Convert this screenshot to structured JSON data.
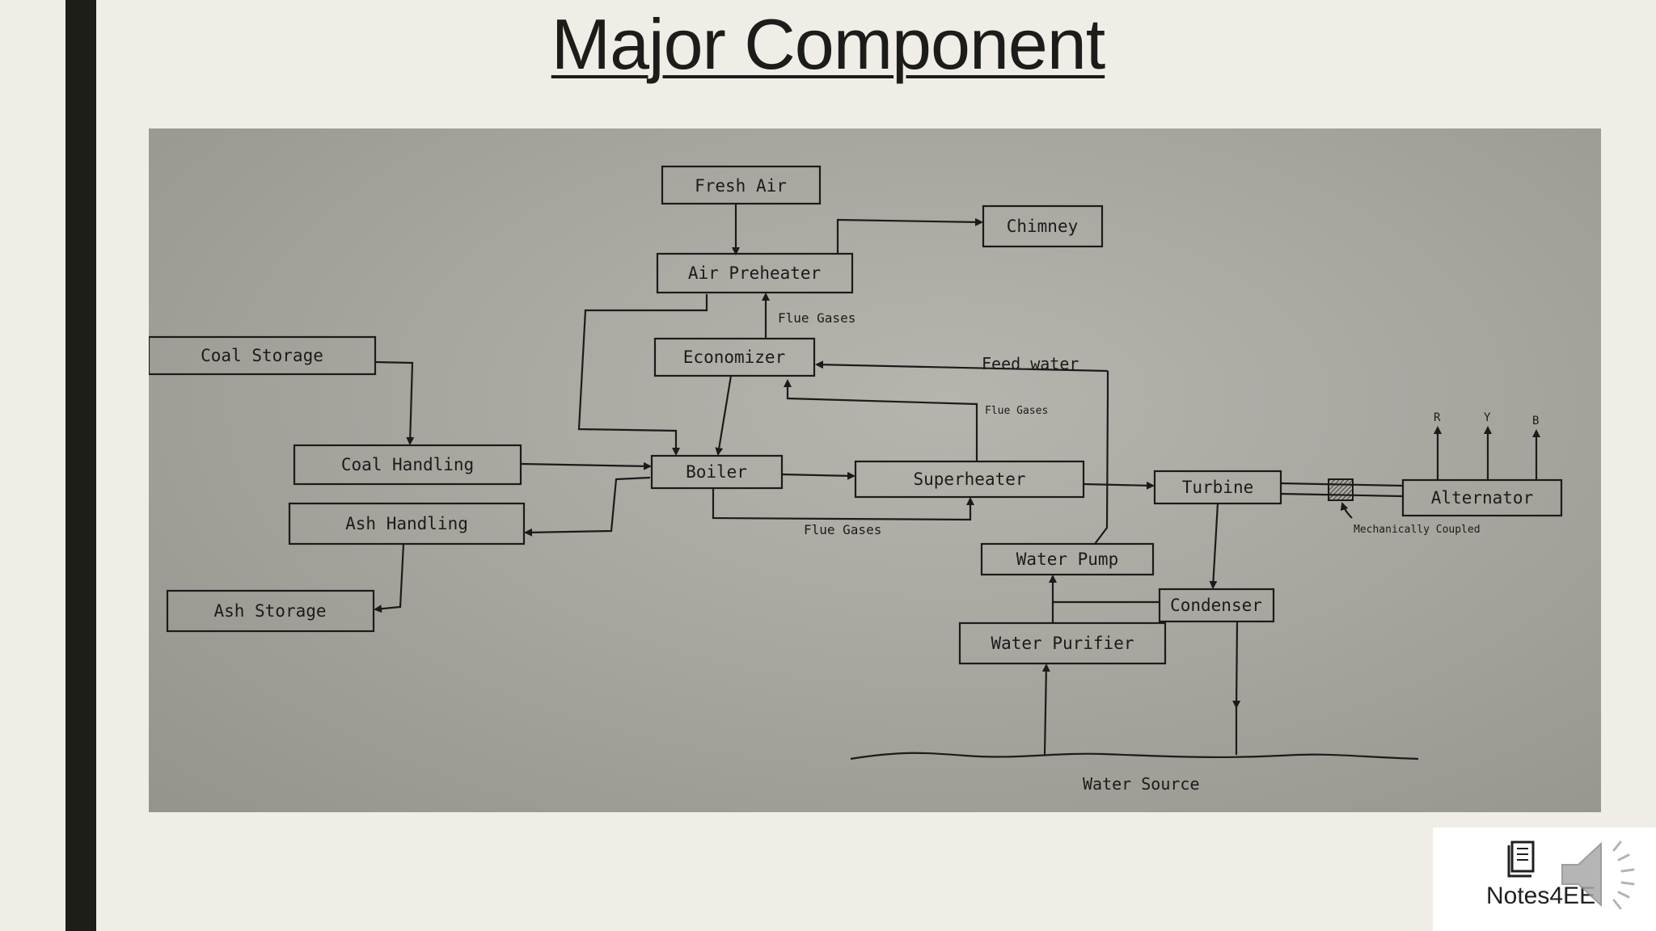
{
  "slide": {
    "title": "Major Component"
  },
  "diagram": {
    "boxes": {
      "fresh_air": "Fresh Air",
      "chimney": "Chimney",
      "air_preheater": "Air Preheater",
      "coal_storage": "Coal Storage",
      "economizer": "Economizer",
      "coal_handling": "Coal Handling",
      "boiler": "Boiler",
      "superheater": "Superheater",
      "turbine": "Turbine",
      "alternator": "Alternator",
      "ash_handling": "Ash Handling",
      "ash_storage": "Ash Storage",
      "water_pump": "Water Pump",
      "condenser": "Condenser",
      "water_purifier": "Water Purifier"
    },
    "labels": {
      "flue_gases_top": "Flue Gases",
      "feed_water": "Feed water",
      "flue_gases_right": "Flue Gases",
      "flue_gases_bottom": "Flue Gases",
      "mechanically_coupled": "Mechanically Coupled",
      "phase_r": "R",
      "phase_y": "Y",
      "phase_b": "B",
      "water_source": "Water Source"
    }
  },
  "logo": {
    "text": "Notes4EE"
  }
}
